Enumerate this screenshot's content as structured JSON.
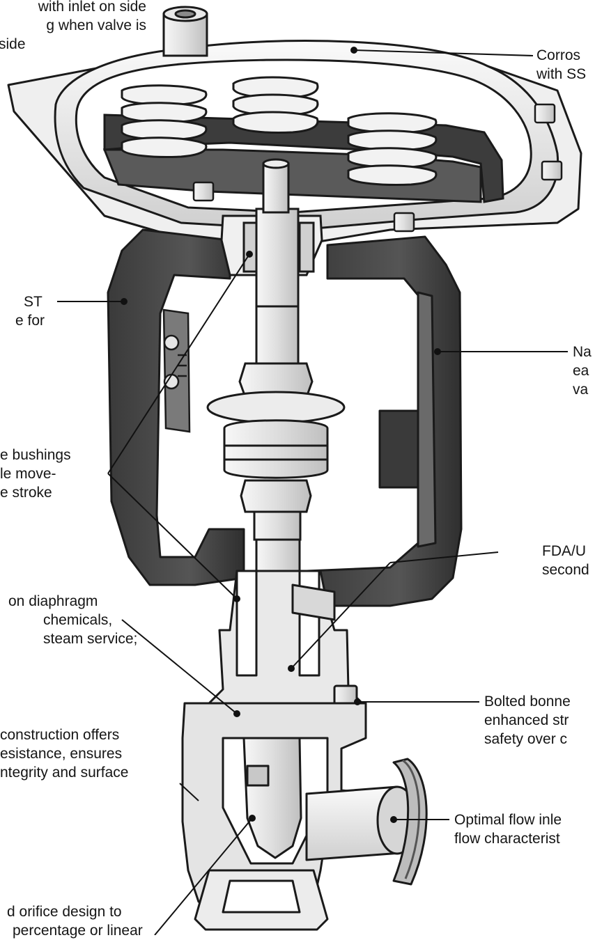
{
  "callouts": [
    {
      "id": "tl",
      "lines": [
        "with inlet on side",
        "g when valve is",
        "side"
      ]
    },
    {
      "id": "tr",
      "lines": [
        "Corros",
        "with SS"
      ]
    },
    {
      "id": "lm",
      "lines": [
        "ST",
        "e for"
      ]
    },
    {
      "id": "rm",
      "lines": [
        "Na",
        "ea",
        "va"
      ]
    },
    {
      "id": "bush",
      "lines": [
        "e bushings",
        "le move-",
        "e stroke"
      ]
    },
    {
      "id": "fda",
      "lines": [
        "FDA/U",
        "second"
      ]
    },
    {
      "id": "dia",
      "lines": [
        "on diaphragm",
        "chemicals,",
        "steam service;"
      ]
    },
    {
      "id": "bolt",
      "lines": [
        "Bolted bonne",
        "enhanced str",
        "safety over c"
      ]
    },
    {
      "id": "cons",
      "lines": [
        "construction offers",
        "esistance, ensures",
        "ntegrity and surface"
      ]
    },
    {
      "id": "inlet",
      "lines": [
        "Optimal flow inle",
        "flow characterist"
      ]
    },
    {
      "id": "orif",
      "lines": [
        "d orifice design to",
        "percentage or linear"
      ]
    }
  ],
  "colors": {
    "dark_section": "#4a4a4a",
    "light_metal": "#e6e6e6",
    "outline": "#1a1a1a",
    "background": "#ffffff"
  }
}
